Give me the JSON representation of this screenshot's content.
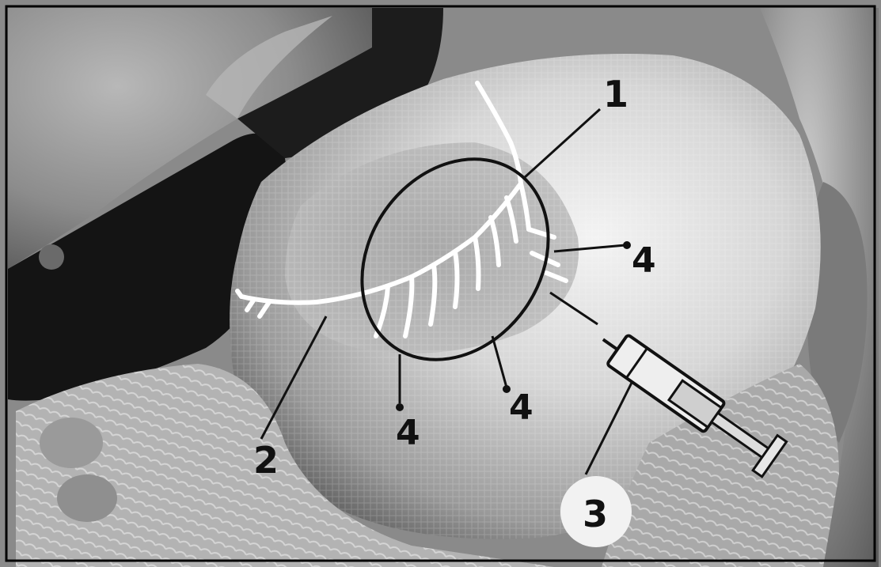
{
  "callouts": {
    "one": "1",
    "two": "2",
    "three": "3",
    "four_right": "4",
    "four_bottom_left": "4",
    "four_bottom_mid": "4"
  },
  "colors": {
    "background": "#8a8a8a",
    "organ_light": "#d9d9d9",
    "dark_region": "#141414",
    "vessel": "#ffffff",
    "outline": "#111111",
    "label_bubble": "#f2f2f2"
  }
}
